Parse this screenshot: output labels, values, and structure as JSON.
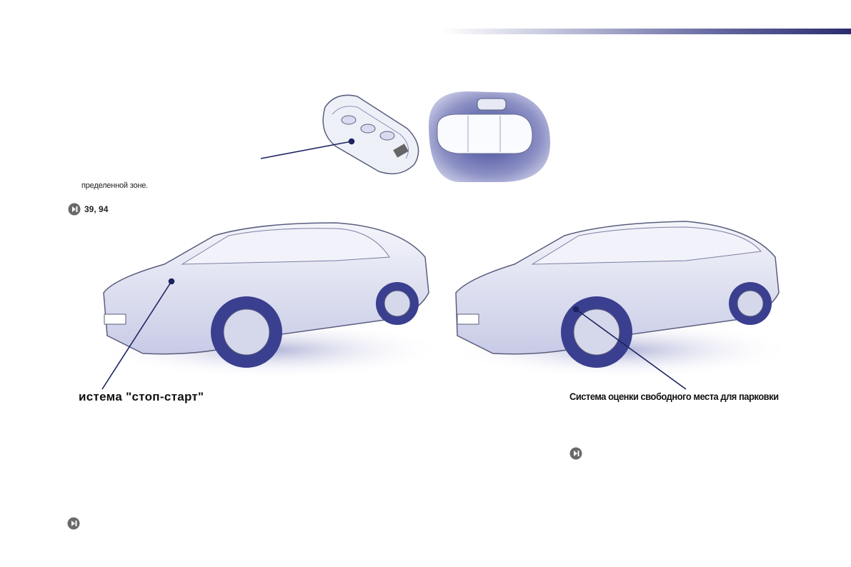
{
  "header": {
    "accent_gradient": [
      "#ffffff",
      "#6a6da3",
      "#2a2c6e"
    ]
  },
  "keyless": {
    "caption_fragment": "пределенной зоне.",
    "page_refs": "39, 94",
    "ref_icon": "next-page-icon"
  },
  "left_feature": {
    "title": "истема \"стоп-старт\"",
    "ref_icon": "next-page-icon"
  },
  "right_feature": {
    "title": "Система оценки свободного места для парковки",
    "ref_icon": "next-page-icon"
  },
  "colors": {
    "callout_line": "#1c2360",
    "car_tint": "#e8eaf6",
    "wheel": "#3a3f8f"
  }
}
